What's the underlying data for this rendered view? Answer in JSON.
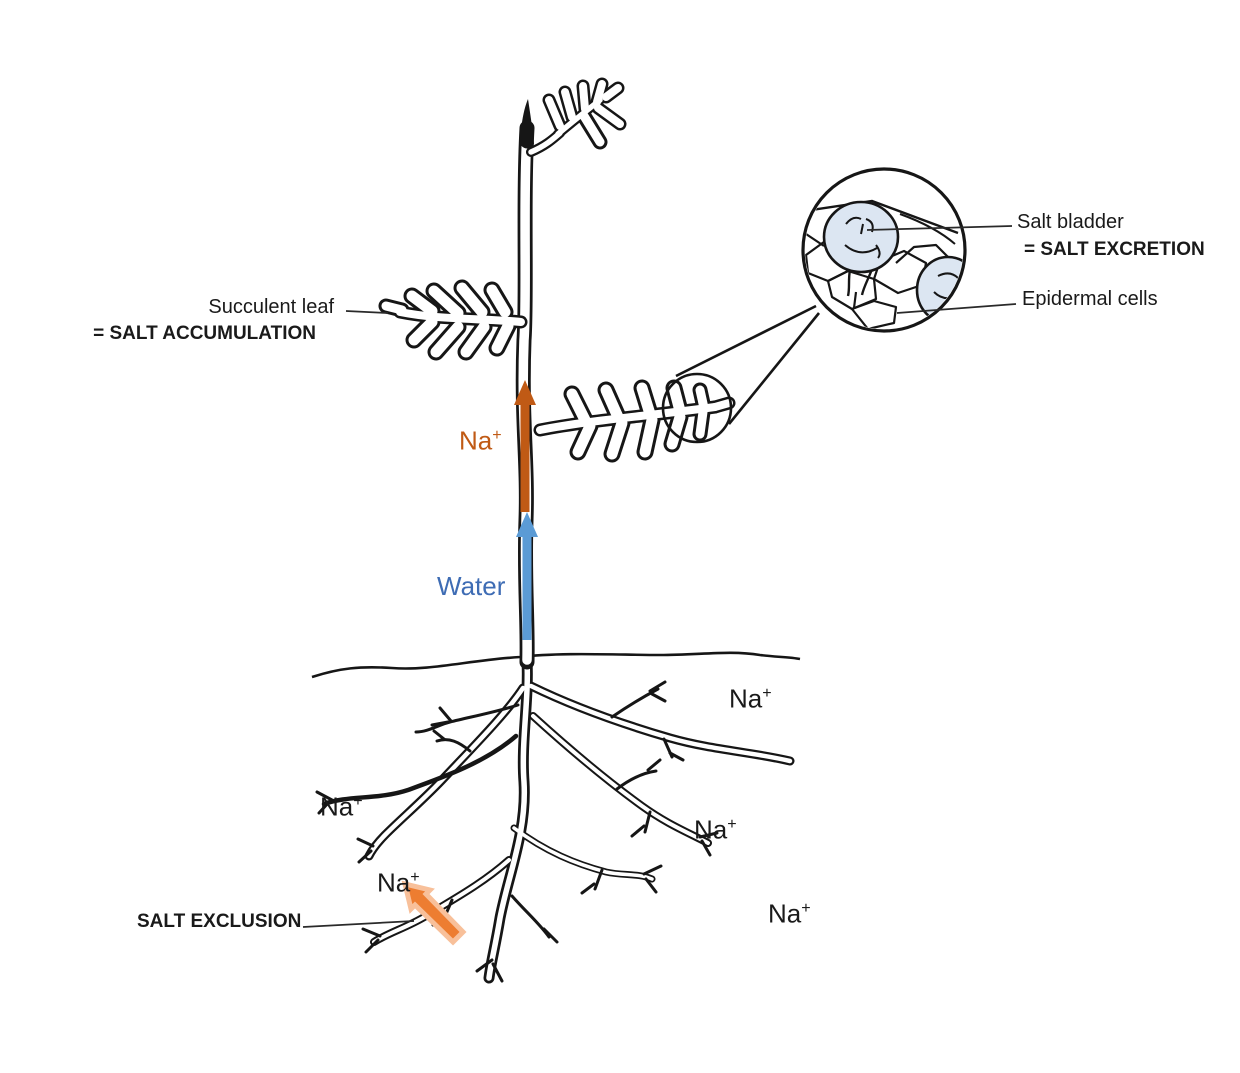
{
  "colors": {
    "sodium_arrow": "#C05A15",
    "water_arrow": "#5B9BD5",
    "water_text": "#3E6CB4",
    "exclusion_arrow_fill": "#ED7D31",
    "exclusion_arrow_border": "#F8C09A",
    "salt_bladder_fill": "#DCE6F2"
  },
  "labels": {
    "succulent_leaf": "Succulent leaf",
    "salt_accumulation": "= SALT ACCUMULATION",
    "salt_bladder": "Salt bladder",
    "salt_excretion": "= SALT EXCRETION",
    "epidermal_cells": "Epidermal cells",
    "salt_exclusion": "SALT EXCLUSION",
    "water": "Water"
  },
  "ion": {
    "base": "Na",
    "sup": "+"
  }
}
